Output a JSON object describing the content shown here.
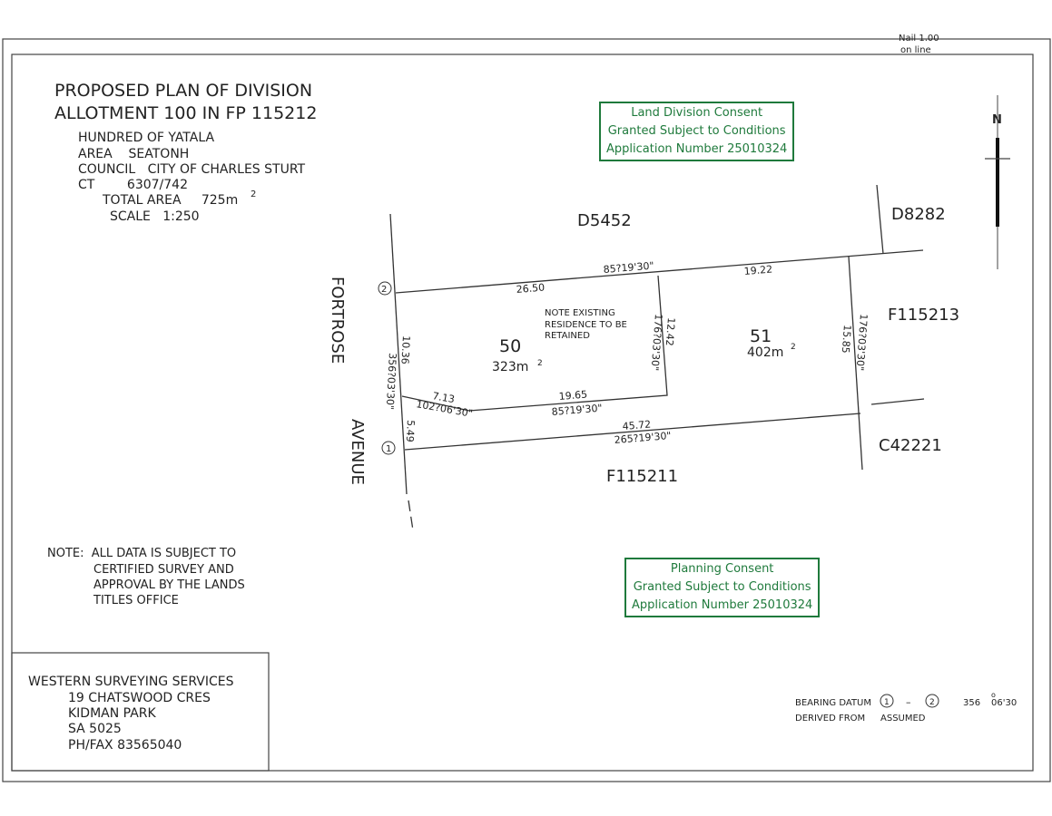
{
  "corner_note": {
    "line1": "Nail 1.00",
    "line2": "on line"
  },
  "title": {
    "line1": "PROPOSED PLAN OF DIVISION",
    "line2": "ALLOTMENT 100 IN FP 115212"
  },
  "details": {
    "hundred": "HUNDRED OF YATALA",
    "area": "AREA    SEATONH",
    "council": "COUNCIL   CITY OF CHARLES STURT",
    "ct": "CT        6307/742",
    "total_area": "TOTAL AREA     725m",
    "total_area_sup": "2",
    "scale": "SCALE   1:250"
  },
  "stamps": {
    "land_division": {
      "line1": "Land Division Consent",
      "line2": "Granted Subject to Conditions",
      "line3": "Application Number 25010324"
    },
    "planning": {
      "line1": "Planning Consent",
      "line2": "Granted Subject to Conditions",
      "line3": "Application Number 25010324"
    },
    "color": "#1f7a3c"
  },
  "north": {
    "label": "N"
  },
  "street": {
    "word1": "FORTROSE",
    "word2": "AVENUE"
  },
  "neighbours": {
    "d5452": "D5452",
    "d8282": "D8282",
    "f115213": "F115213",
    "c42221": "C42221",
    "f115211": "F115211"
  },
  "lots": [
    {
      "number": "50",
      "area": "323m",
      "sup": "2"
    },
    {
      "number": "51",
      "area": "402m",
      "sup": "2"
    }
  ],
  "residence_note": {
    "line1": "NOTE EXISTING",
    "line2": "RESIDENCE TO BE",
    "line3": "RETAINED"
  },
  "dimensions": {
    "top_bearing": "85?19'30\"",
    "top_left": "26.50",
    "top_right": "19.22",
    "left_upper": "10.36",
    "left_bearing": "356?03'30\"",
    "left_lower": "5.49",
    "divider_len": "12.42",
    "divider_bearing": "176?03'30\"",
    "right_len": "15.85",
    "right_bearing": "176?03'30\"",
    "angle_len": "7.13",
    "angle_bearing": "102?06'30\"",
    "mid_len": "19.65",
    "mid_bearing": "85?19'30\"",
    "bottom_len": "45.72",
    "bottom_bearing": "265?19'30\""
  },
  "stations": {
    "one": "1",
    "two": "2"
  },
  "disclaimer": {
    "line1": "NOTE:  ALL DATA IS SUBJECT TO",
    "line2": "CERTIFIED SURVEY AND",
    "line3": "APPROVAL BY THE LANDS",
    "line4": "TITLES OFFICE"
  },
  "surveyor": {
    "name": "WESTERN SURVEYING SERVICES",
    "street": "19 CHATSWOOD CRES",
    "suburb": "KIDMAN PARK",
    "state": "SA 5025",
    "phone": "PH/FAX 83565040"
  },
  "bearing_datum": {
    "label": "BEARING DATUM",
    "dash": "–",
    "value": "356",
    "deg": "o",
    "minutes": "06'30",
    "derived_label": "DERIVED FROM",
    "derived_value": "ASSUMED"
  }
}
